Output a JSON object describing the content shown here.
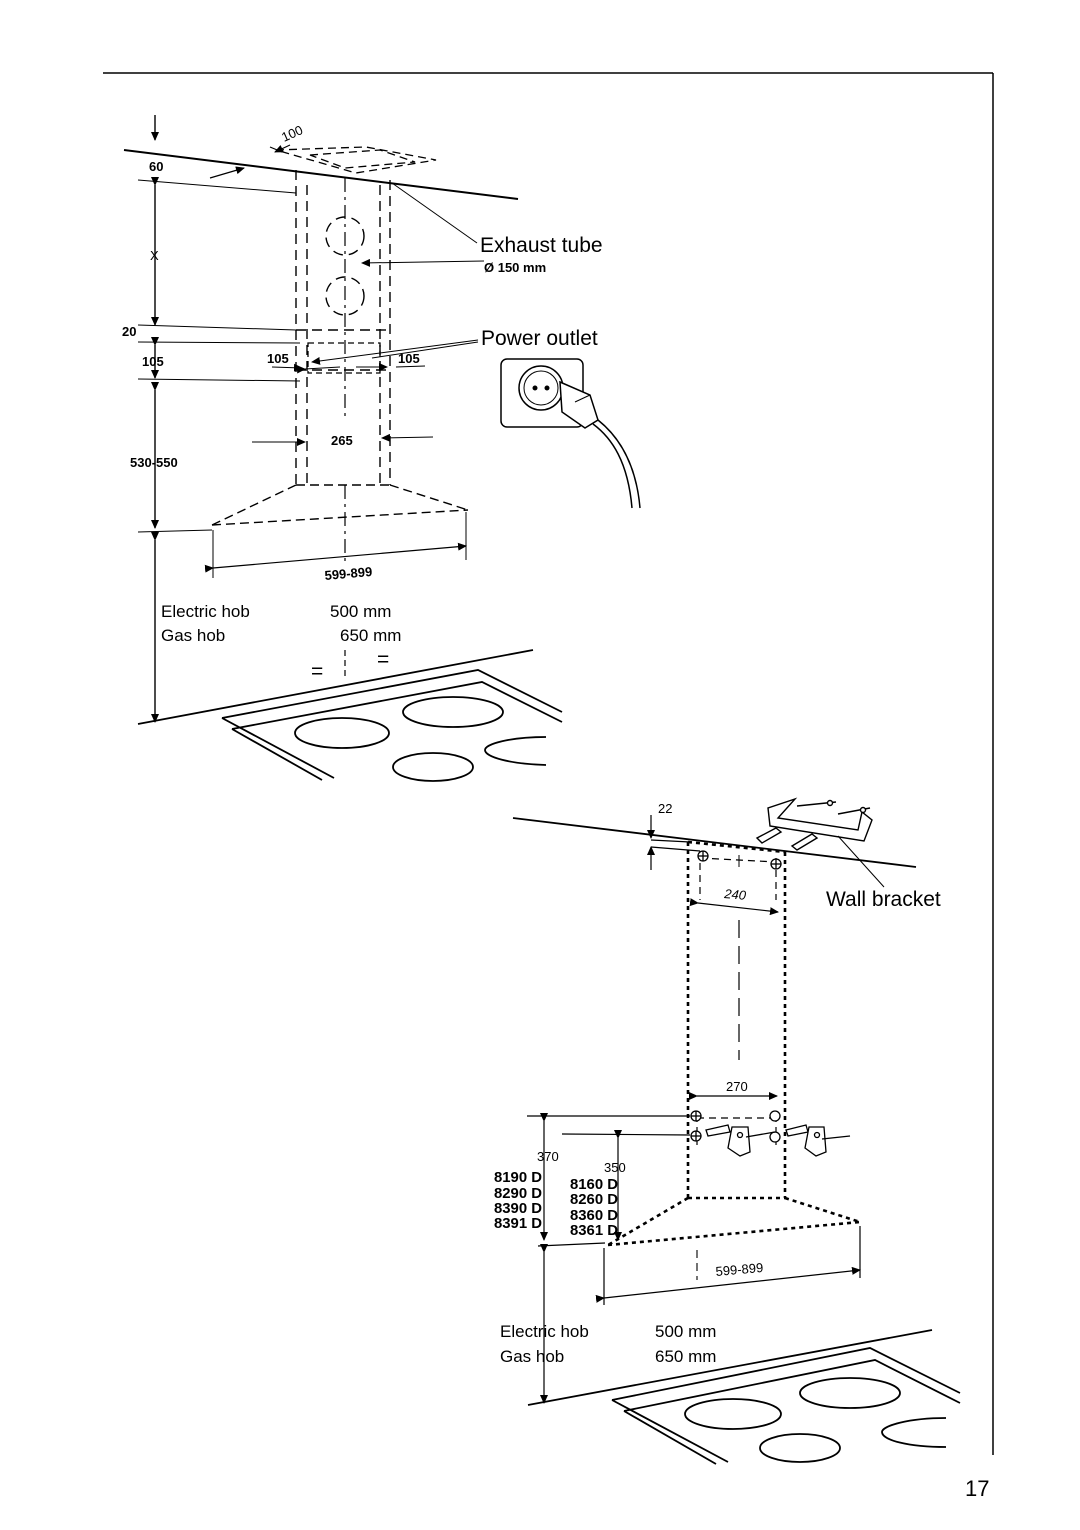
{
  "diagram1": {
    "dims": {
      "d100": "100",
      "d60": "60",
      "x": "X",
      "d20": "20",
      "d105_left": "105",
      "d105_mid": "105",
      "d105_right": "105",
      "d265": "265",
      "d530_550": "530-550",
      "d599_899": "599-899"
    },
    "exhaust_label": "Exhaust tube",
    "exhaust_diameter": "Ø 150 mm",
    "power_label": "Power outlet",
    "equal_left": "=",
    "equal_right": "=",
    "hob_table": [
      {
        "type": "Electric hob",
        "value": "500 mm"
      },
      {
        "type": "Gas hob",
        "value": "650 mm"
      }
    ]
  },
  "diagram2": {
    "dims": {
      "d22": "22",
      "d240": "240",
      "d270": "270",
      "d370": "370",
      "d350": "350",
      "d599_899": "599-899"
    },
    "bracket_label": "Wall bracket",
    "models_370": [
      "8190 D",
      "8290 D",
      "8390 D",
      "8391 D"
    ],
    "models_350": [
      "8160 D",
      "8260 D",
      "8360 D",
      "8361 D"
    ],
    "hob_table": [
      {
        "type": "Electric hob",
        "value": "500 mm"
      },
      {
        "type": "Gas hob",
        "value": "650 mm"
      }
    ]
  },
  "page_number": "17"
}
